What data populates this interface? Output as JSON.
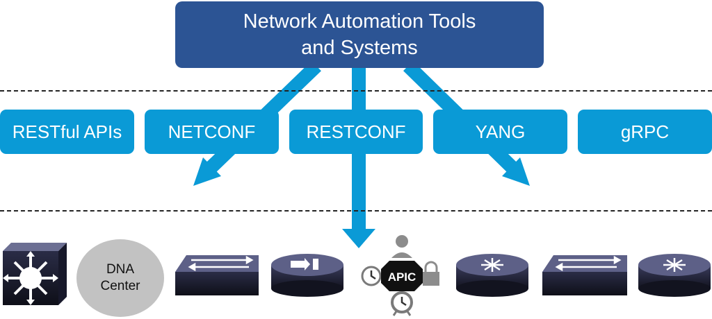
{
  "title": {
    "line1": "Network Automation Tools",
    "line2": "and Systems"
  },
  "protocols": [
    "RESTful APIs",
    "NETCONF",
    "RESTCONF",
    "YANG",
    "gRPC"
  ],
  "dna_center": {
    "line1": "DNA",
    "line2": "Center"
  },
  "apic": {
    "label": "APIC"
  },
  "colors": {
    "title_box": "#2c5494",
    "protocol_box": "#0a9ad6",
    "arrow": "#0a9ad6"
  }
}
